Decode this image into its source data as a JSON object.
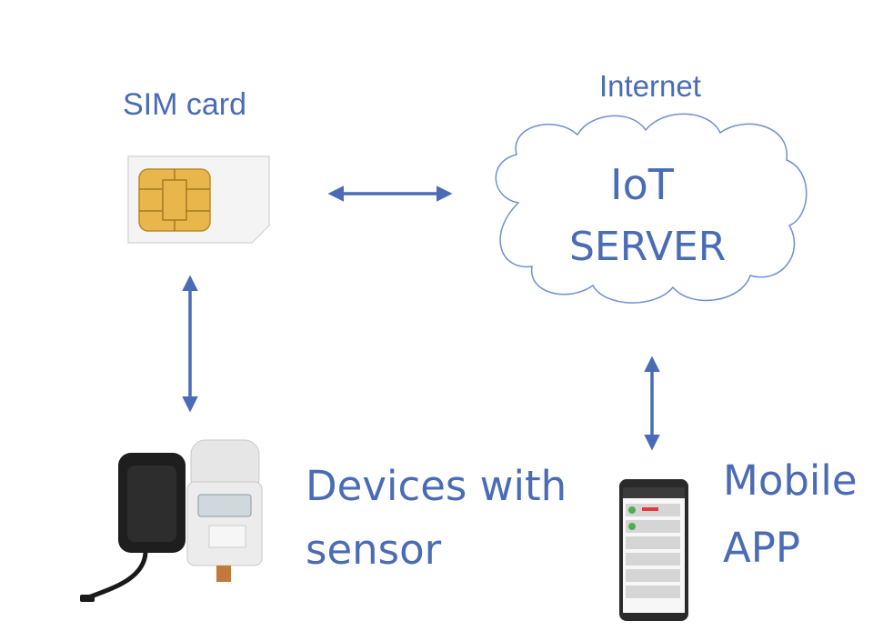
{
  "diagram": {
    "sim_label": "SIM card",
    "internet_label": "Internet",
    "server_label_line1": "IoT",
    "server_label_line2": "SERVER",
    "devices_label_line1": "Devices with",
    "devices_label_line2": "sensor",
    "mobile_label_line1": "Mobile",
    "mobile_label_line2": "APP"
  },
  "colors": {
    "accent": "#4a6bb5",
    "cloud_stroke": "#6f8fcf",
    "chip_gold": "#e8b64a"
  },
  "icons": [
    "sim-card-icon",
    "cloud-icon",
    "gps-tracker-icon",
    "water-meter-icon",
    "smartphone-icon"
  ]
}
